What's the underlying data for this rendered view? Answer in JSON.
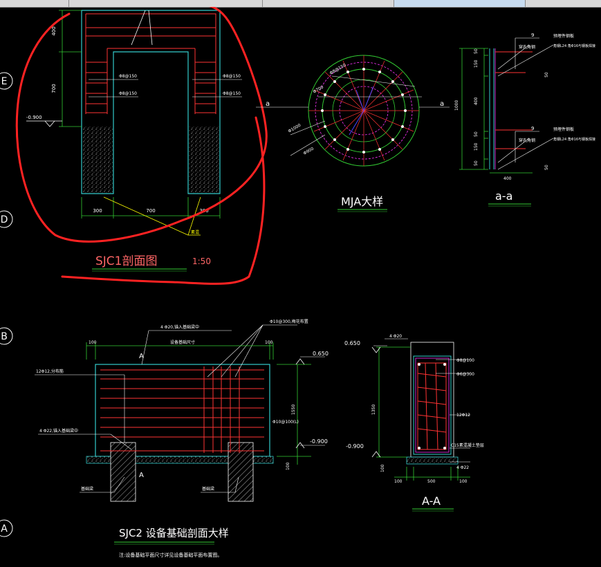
{
  "window": {
    "tabs": [
      "",
      "",
      "",
      ""
    ]
  },
  "grid_axes": [
    "E",
    "D",
    "B",
    "A"
  ],
  "sjc1": {
    "title": "SJC1剖面图",
    "scale": "1:50",
    "dims_left": [
      "400",
      "700"
    ],
    "elevation": "-0.900",
    "rebar_labels": [
      "Φ8@150",
      "Φ8@150",
      "Φ8@150",
      "Φ8@150"
    ],
    "dims_bottom": [
      "300",
      "700",
      "300"
    ],
    "note": "素混"
  },
  "mja": {
    "title": "MJA大样",
    "section_mark": "a",
    "labels": [
      "Φ8@150",
      "Φ700",
      "Φ1000",
      "Φ900"
    ]
  },
  "section_aa_small": {
    "title": "a-a",
    "dims": [
      "50",
      "150",
      "400",
      "50",
      "150",
      "50"
    ],
    "total": "1000",
    "bottom": "400",
    "labels": [
      "9",
      "穿孔角钢",
      "预埋件钢板",
      "角钢L24 角Φ16与钢板焊接",
      "9",
      "穿孔角钢",
      "预埋件钢板",
      "角钢L24 角Φ16与钢板焊接"
    ],
    "right_dims": [
      "50",
      "50"
    ]
  },
  "sjc2": {
    "title": "SJC2 设备基础剖面大样",
    "note": "注:设备基础平面尺寸详见设备基础平面布置图。",
    "top_labels": [
      "4 Φ20,锚入基础梁中",
      "Φ10@300,梅花布置",
      "100",
      "设备基础尺寸",
      "100"
    ],
    "section_mark": "A",
    "left_labels": [
      "12Φ12,分布筋",
      "4 Φ22,锚入基础梁中"
    ],
    "right_labels": [
      "0.650",
      "1550",
      "Φ10@100(L)",
      "-0.900"
    ],
    "bottom_labels": [
      "基础梁",
      "基础梁",
      "100"
    ]
  },
  "section_AA": {
    "title": "A-A",
    "labels": [
      "0.650",
      "4 Φ20",
      "Φ8@100",
      "Φ6@300",
      "1350",
      "12Φ12",
      "C15素混凝土垫层",
      "-0.900",
      "4 Φ22",
      "100",
      "100",
      "500",
      "100"
    ]
  }
}
